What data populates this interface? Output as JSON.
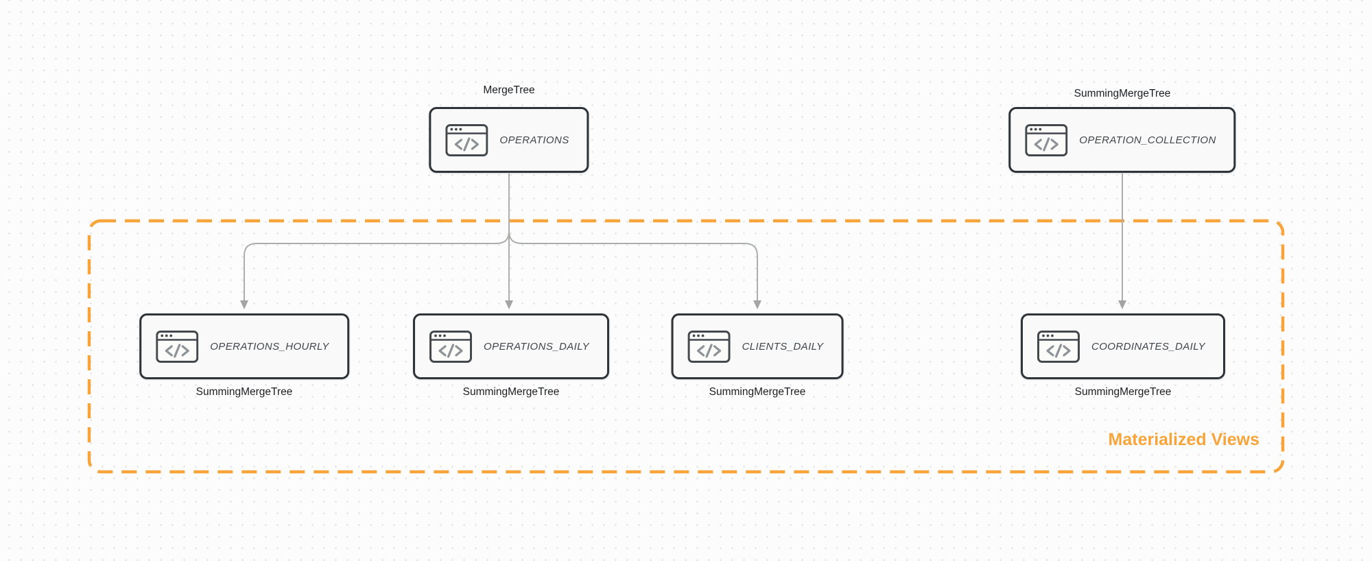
{
  "diagram": {
    "nodes": [
      {
        "id": "operations",
        "label": "OPERATIONS",
        "engine": "MergeTree",
        "engine_position": "above",
        "icon": "code-window-icon"
      },
      {
        "id": "operation_collection",
        "label": "OPERATION_COLLECTION",
        "engine": "SummingMergeTree",
        "engine_position": "above",
        "icon": "code-window-icon"
      },
      {
        "id": "operations_hourly",
        "label": "OPERATIONS_HOURLY",
        "engine": "SummingMergeTree",
        "engine_position": "below",
        "icon": "code-window-icon"
      },
      {
        "id": "operations_daily",
        "label": "OPERATIONS_DAILY",
        "engine": "SummingMergeTree",
        "engine_position": "below",
        "icon": "code-window-icon"
      },
      {
        "id": "clients_daily",
        "label": "CLIENTS_DAILY",
        "engine": "SummingMergeTree",
        "engine_position": "below",
        "icon": "code-window-icon"
      },
      {
        "id": "coordinates_daily",
        "label": "COORDINATES_DAILY",
        "engine": "SummingMergeTree",
        "engine_position": "below",
        "icon": "code-window-icon"
      }
    ],
    "edges": [
      {
        "from": "operations",
        "to": "operations_hourly"
      },
      {
        "from": "operations",
        "to": "operations_daily"
      },
      {
        "from": "operations",
        "to": "clients_daily"
      },
      {
        "from": "operation_collection",
        "to": "coordinates_daily"
      }
    ],
    "group": {
      "label": "Materialized Views",
      "contains": [
        "operations_hourly",
        "operations_daily",
        "clients_daily",
        "coordinates_daily"
      ],
      "color": "#f7a43a",
      "border_style": "dashed"
    },
    "colors": {
      "node_border": "#2e3338",
      "node_fill": "#f8f9f8",
      "node_text": "#41464b",
      "edge": "#acaeac",
      "arrowhead": "#a3a5a3",
      "group_accent": "#f7a43a",
      "background": "#fcfcfd",
      "grid_dot": "#e4e5e7"
    }
  }
}
